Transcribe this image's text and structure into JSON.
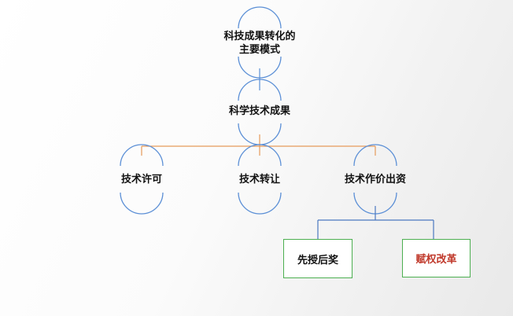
{
  "diagram": {
    "root": {
      "line1": "科技成果转化的",
      "line2": "主要模式"
    },
    "level1": "科学技术成果",
    "level2": [
      "技术许可",
      "技术转让",
      "技术作价出资"
    ],
    "level3": [
      "先授后奖",
      "赋权改革"
    ]
  },
  "colors": {
    "arc": "#5b8fd6",
    "orange_connector": "#e69a5a",
    "blue_connector": "#4a78c0",
    "box_border": "#4caf50",
    "highlight_text": "#c0392b"
  }
}
